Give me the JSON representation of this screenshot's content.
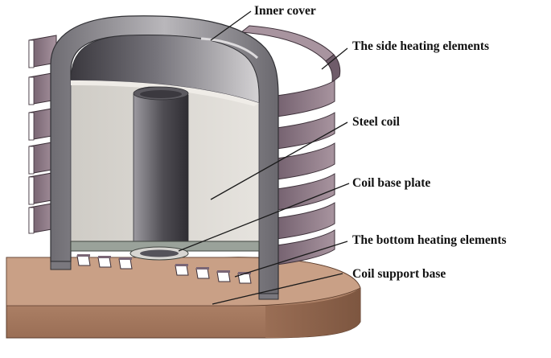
{
  "labels": {
    "inner_cover": "Inner cover",
    "side_heating": "The side heating elements",
    "steel_coil": "Steel coil",
    "coil_base_plate": "Coil base plate",
    "bottom_heating": "The bottom heating elements",
    "coil_support_base": "Coil support base"
  },
  "colors": {
    "background": "#ffffff",
    "support_base": "#b0836a",
    "cover_gray": "#8f8d92",
    "coil_light": "#dcdad5",
    "heating_purple": "#94808e",
    "leader_line": "#1a1a1a"
  }
}
